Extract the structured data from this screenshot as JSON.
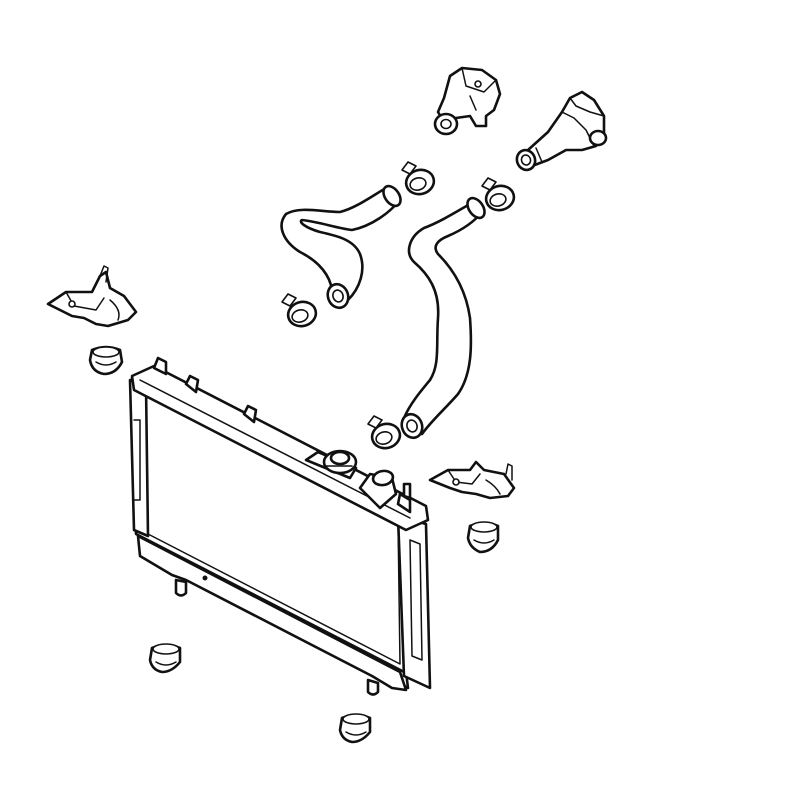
{
  "diagram": {
    "kind": "exploded parts illustration",
    "style": "black line art on white",
    "parts": [
      "radiator",
      "radiator-cap",
      "upper-radiator-hose",
      "lower-radiator-hose",
      "hose-clamp",
      "thermostat-housing",
      "water-outlet-fitting",
      "mounting-bracket",
      "rubber-insulator"
    ],
    "colors": {
      "line": "#111111",
      "background": "#ffffff"
    }
  }
}
